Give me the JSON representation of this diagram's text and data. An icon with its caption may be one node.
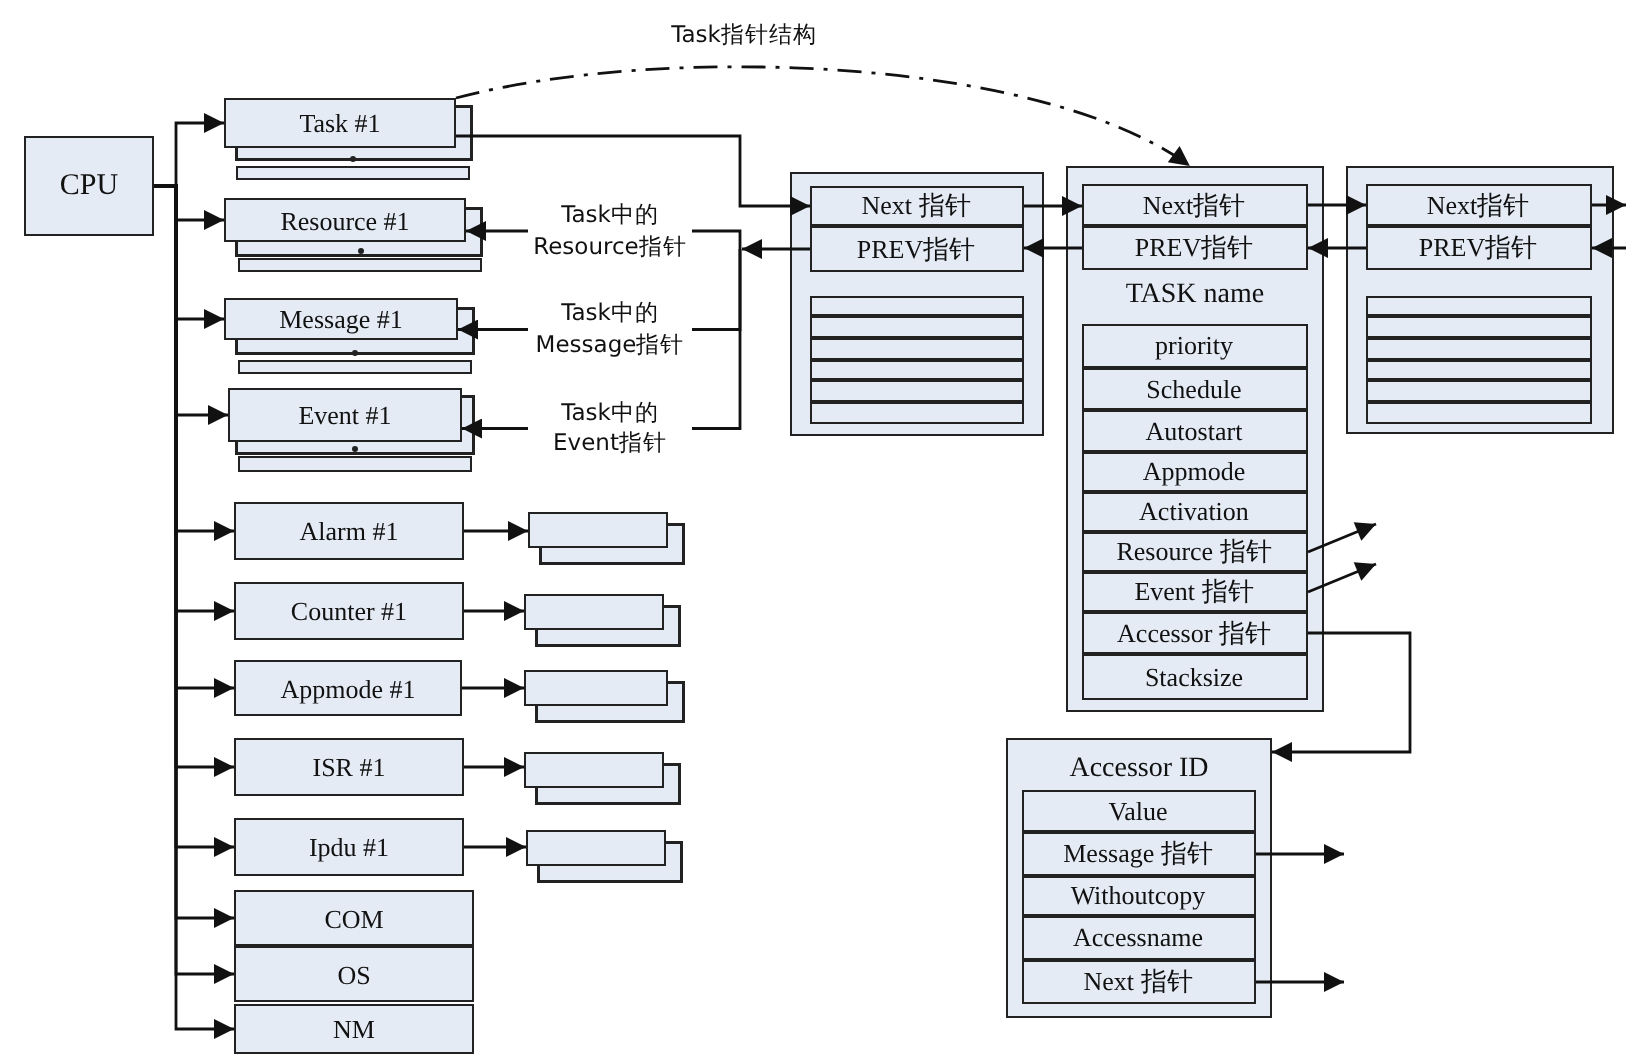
{
  "diagram": {
    "nodes": [
      {
        "text": [
          "CPU"
        ]
      },
      {
        "text": [
          "Task  #1"
        ]
      },
      {
        "text": [
          "Resource  #1"
        ]
      },
      {
        "text": [
          "Message  #1"
        ]
      },
      {
        "text": [
          "Event  #1"
        ]
      },
      {
        "text": [
          "Alarm #1"
        ]
      },
      {
        "text": [],
        "shape": "box"
      },
      {
        "text": [
          "Counter #1"
        ]
      },
      {
        "text": [],
        "shape": "box"
      },
      {
        "text": [
          "Appmode #1"
        ]
      },
      {
        "text": [],
        "shape": "box"
      },
      {
        "text": [
          "ISR #1"
        ]
      },
      {
        "text": [],
        "shape": "box"
      },
      {
        "text": [
          "Ipdu #1"
        ]
      },
      {
        "text": [],
        "shape": "box"
      },
      {
        "text": [
          "COM"
        ]
      },
      {
        "text": [
          "OS"
        ]
      },
      {
        "text": [
          "NM"
        ]
      },
      {
        "text": [],
        "shape": "box"
      },
      {
        "text": [
          "Next 指针"
        ],
        "in": 18
      },
      {
        "text": [
          "PREV指针"
        ],
        "in": 18
      },
      {
        "text": [],
        "shape": "box",
        "in": 18
      },
      {
        "text": [],
        "shape": "box",
        "in": 18
      },
      {
        "text": [],
        "shape": "box",
        "in": 18
      },
      {
        "text": [],
        "shape": "box",
        "in": 18
      },
      {
        "text": [],
        "shape": "box",
        "in": 18
      },
      {
        "text": [],
        "shape": "box",
        "in": 18
      },
      {
        "text": [
          "TASK name"
        ]
      },
      {
        "text": [
          "Next指针"
        ],
        "in": 27
      },
      {
        "text": [
          "PREV指针"
        ],
        "in": 27
      },
      {
        "text": [
          "priority"
        ],
        "in": 27
      },
      {
        "text": [
          "Schedule"
        ],
        "in": 27
      },
      {
        "text": [
          "Autostart"
        ],
        "in": 27
      },
      {
        "text": [
          "Appmode"
        ],
        "in": 27
      },
      {
        "text": [
          "Activation"
        ],
        "in": 27
      },
      {
        "text": [
          "Resource 指针"
        ],
        "in": 27
      },
      {
        "text": [
          "Event 指针"
        ],
        "in": 27
      },
      {
        "text": [
          "Accessor 指针"
        ],
        "in": 27
      },
      {
        "text": [
          "Stacksize"
        ],
        "in": 27
      },
      {
        "text": [],
        "shape": "box"
      },
      {
        "text": [
          "Next指针"
        ],
        "in": 39
      },
      {
        "text": [
          "PREV指针"
        ],
        "in": 39
      },
      {
        "text": [],
        "shape": "box",
        "in": 39
      },
      {
        "text": [],
        "shape": "box",
        "in": 39
      },
      {
        "text": [],
        "shape": "box",
        "in": 39
      },
      {
        "text": [],
        "shape": "box",
        "in": 39
      },
      {
        "text": [],
        "shape": "box",
        "in": 39
      },
      {
        "text": [],
        "shape": "box",
        "in": 39
      },
      {
        "text": [
          "Accessor ID"
        ]
      },
      {
        "text": [
          "Value"
        ],
        "in": 48
      },
      {
        "text": [
          "Message 指针"
        ],
        "in": 48
      },
      {
        "text": [
          "Withoutcopy"
        ],
        "in": 48
      },
      {
        "text": [
          "Accessname"
        ],
        "in": 48
      },
      {
        "text": [
          "Next 指针"
        ],
        "in": 48
      }
    ],
    "edges": [
      {
        "from": 0,
        "to": 1,
        "arrow": "to"
      },
      {
        "from": 0,
        "to": 2,
        "arrow": "to"
      },
      {
        "from": 0,
        "to": 3,
        "arrow": "to"
      },
      {
        "from": 0,
        "to": 4,
        "arrow": "to"
      },
      {
        "from": 0,
        "to": 5,
        "arrow": "to"
      },
      {
        "from": 0,
        "to": 7,
        "arrow": "to"
      },
      {
        "from": 0,
        "to": 9,
        "arrow": "to"
      },
      {
        "from": 0,
        "to": 11,
        "arrow": "to"
      },
      {
        "from": 0,
        "to": 13,
        "arrow": "to"
      },
      {
        "from": 0,
        "to": 15,
        "arrow": "to"
      },
      {
        "from": 0,
        "to": 16,
        "arrow": "to"
      },
      {
        "from": 0,
        "to": 17,
        "arrow": "to"
      },
      {
        "from": 5,
        "to": 6,
        "arrow": "to"
      },
      {
        "from": 7,
        "to": 8,
        "arrow": "to"
      },
      {
        "from": 9,
        "to": 10,
        "arrow": "to"
      },
      {
        "from": 11,
        "to": 12,
        "arrow": "to"
      },
      {
        "from": 13,
        "to": 14,
        "arrow": "to"
      },
      {
        "from": 1,
        "to": 19,
        "arrow": "to"
      },
      {
        "from": 20,
        "to": 2,
        "arrow": "to",
        "label": "Task中的 Resource指针"
      },
      {
        "from": 20,
        "to": 3,
        "arrow": "to",
        "label": "Task中的 Message指针"
      },
      {
        "from": 20,
        "to": 4,
        "arrow": "to",
        "label": "Task中的 Event指针"
      },
      {
        "from": 19,
        "to": 28,
        "arrow": "to"
      },
      {
        "from": 29,
        "to": 20,
        "arrow": "to"
      },
      {
        "from": 28,
        "to": 40,
        "arrow": "to"
      },
      {
        "from": 41,
        "to": 29,
        "arrow": "to"
      },
      {
        "from": 40,
        "to": null,
        "arrow": "to"
      },
      {
        "from": null,
        "to": 41,
        "arrow": "to"
      },
      {
        "from": 1,
        "to": 27,
        "arrow": "to",
        "style": "dashed",
        "label": "Task指针结构"
      },
      {
        "from": 35,
        "to": null,
        "arrow": "to"
      },
      {
        "from": 36,
        "to": null,
        "arrow": "to"
      },
      {
        "from": 37,
        "to": 48,
        "arrow": "to"
      },
      {
        "from": 50,
        "to": null,
        "arrow": "to"
      },
      {
        "from": 53,
        "to": null,
        "arrow": "to"
      }
    ]
  }
}
